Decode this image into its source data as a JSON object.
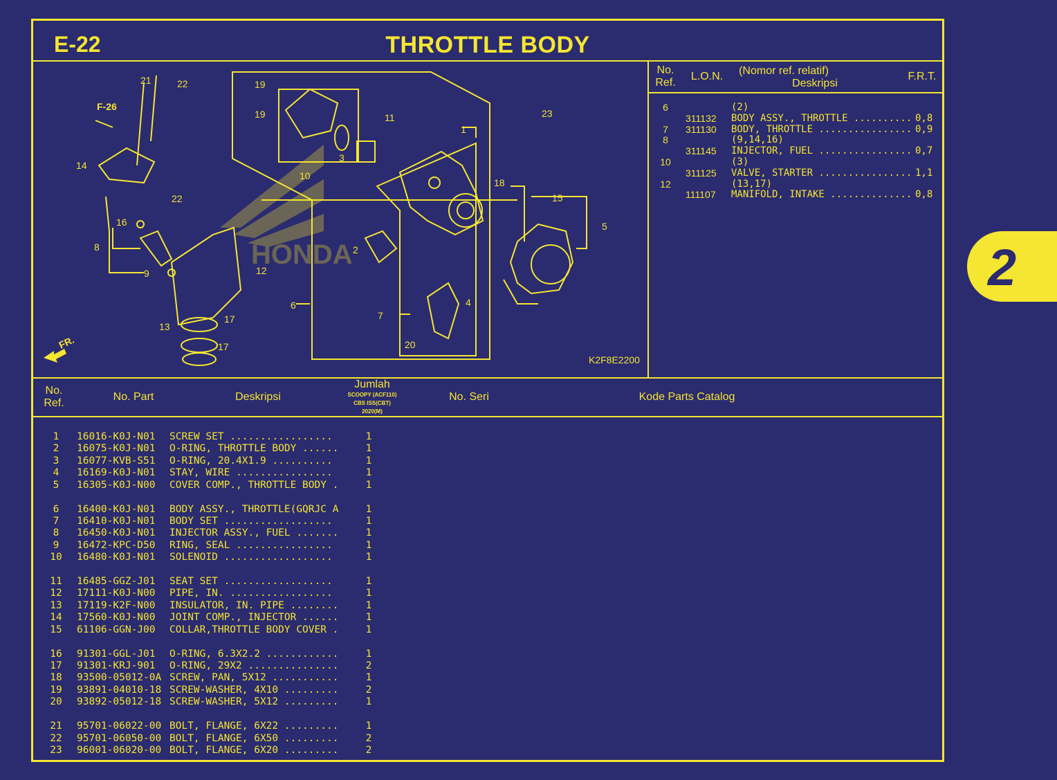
{
  "header": {
    "code": "E-22",
    "title": "THROTTLE BODY"
  },
  "side_tab": {
    "label": "2"
  },
  "ref_table": {
    "headers": {
      "no_ref": "No.\nRef.",
      "lon": "L.O.N.",
      "nomor": "(Nomor ref. relatif)",
      "deskripsi": "Deskripsi",
      "frt": "F.R.T."
    },
    "rows": [
      {
        "ref": "6",
        "lon": "",
        "desc": "(2)",
        "frt": ""
      },
      {
        "ref": "",
        "lon": "311132",
        "desc": "BODY ASSY., THROTTLE ............",
        "frt": "0,8"
      },
      {
        "ref": "7",
        "lon": "311130",
        "desc": "BODY, THROTTLE ..................",
        "frt": "0,9"
      },
      {
        "ref": "8",
        "lon": "",
        "desc": "(9,14,16)",
        "frt": ""
      },
      {
        "ref": "",
        "lon": "311145",
        "desc": "INJECTOR, FUEL ..................",
        "frt": "0,7"
      },
      {
        "ref": "10",
        "lon": "",
        "desc": "(3)",
        "frt": ""
      },
      {
        "ref": "",
        "lon": "311125",
        "desc": "VALVE, STARTER ..................",
        "frt": "1,1"
      },
      {
        "ref": "12",
        "lon": "",
        "desc": "(13,17)",
        "frt": ""
      },
      {
        "ref": "",
        "lon": "111107",
        "desc": "MANIFOLD, INTAKE ................",
        "frt": "0,8"
      }
    ]
  },
  "parts_table": {
    "headers": {
      "no_ref": "No.\nRef.",
      "no_part": "No. Part",
      "deskripsi": "Deskripsi",
      "jumlah": "Jumlah",
      "model1": "SCOOPY (ACF110)",
      "model2": "CBS ISS(CBT)",
      "model3": "2020(M)",
      "no_seri": "No. Seri",
      "kode": "Kode Parts Catalog"
    },
    "groups": [
      [
        {
          "ref": "1",
          "part": "16016-K0J-N01",
          "desc": "SCREW SET .................",
          "qty": "1"
        },
        {
          "ref": "2",
          "part": "16075-K0J-N01",
          "desc": "O-RING, THROTTLE BODY ......",
          "qty": "1"
        },
        {
          "ref": "3",
          "part": "16077-KVB-S51",
          "desc": "O-RING, 20.4X1.9 ..........",
          "qty": "1"
        },
        {
          "ref": "4",
          "part": "16169-K0J-N01",
          "desc": "STAY, WIRE ................",
          "qty": "1"
        },
        {
          "ref": "5",
          "part": "16305-K0J-N00",
          "desc": "COVER COMP., THROTTLE BODY .",
          "qty": "1"
        }
      ],
      [
        {
          "ref": "6",
          "part": "16400-K0J-N01",
          "desc": "BODY ASSY., THROTTLE(GQRJC A)",
          "qty": "1"
        },
        {
          "ref": "7",
          "part": "16410-K0J-N01",
          "desc": "BODY SET ..................",
          "qty": "1"
        },
        {
          "ref": "8",
          "part": "16450-K0J-N01",
          "desc": "INJECTOR ASSY., FUEL .......",
          "qty": "1"
        },
        {
          "ref": "9",
          "part": "16472-KPC-D50",
          "desc": "RING, SEAL ................",
          "qty": "1"
        },
        {
          "ref": "10",
          "part": "16480-K0J-N01",
          "desc": "SOLENOID ..................",
          "qty": "1"
        }
      ],
      [
        {
          "ref": "11",
          "part": "16485-GGZ-J01",
          "desc": "SEAT SET ..................",
          "qty": "1"
        },
        {
          "ref": "12",
          "part": "17111-K0J-N00",
          "desc": "PIPE, IN. .................",
          "qty": "1"
        },
        {
          "ref": "13",
          "part": "17119-K2F-N00",
          "desc": "INSULATOR, IN. PIPE ........",
          "qty": "1"
        },
        {
          "ref": "14",
          "part": "17560-K0J-N00",
          "desc": "JOINT COMP., INJECTOR ......",
          "qty": "1"
        },
        {
          "ref": "15",
          "part": "61106-GGN-J00",
          "desc": "COLLAR,THROTTLE BODY COVER .",
          "qty": "1"
        }
      ],
      [
        {
          "ref": "16",
          "part": "91301-GGL-J01",
          "desc": "O-RING, 6.3X2.2 ............",
          "qty": "1"
        },
        {
          "ref": "17",
          "part": "91301-KRJ-901",
          "desc": "O-RING, 29X2 ...............",
          "qty": "2"
        },
        {
          "ref": "18",
          "part": "93500-05012-0A",
          "desc": "SCREW, PAN, 5X12 ...........",
          "qty": "1"
        },
        {
          "ref": "19",
          "part": "93891-04010-18",
          "desc": "SCREW-WASHER, 4X10 .........",
          "qty": "2"
        },
        {
          "ref": "20",
          "part": "93892-05012-18",
          "desc": "SCREW-WASHER, 5X12 .........",
          "qty": "1"
        }
      ],
      [
        {
          "ref": "21",
          "part": "95701-06022-00",
          "desc": "BOLT, FLANGE, 6X22 .........",
          "qty": "1"
        },
        {
          "ref": "22",
          "part": "95701-06050-00",
          "desc": "BOLT, FLANGE, 6X50 .........",
          "qty": "2"
        },
        {
          "ref": "23",
          "part": "96001-06020-00",
          "desc": "BOLT, FLANGE, 6X20 .........",
          "qty": "2"
        }
      ]
    ]
  },
  "diagram": {
    "code": "K2F8E2200",
    "ref_label": "F-26",
    "front_label": "FR.",
    "brand": "HONDA",
    "callouts": [
      "1",
      "2",
      "3",
      "4",
      "5",
      "6",
      "7",
      "8",
      "9",
      "10",
      "11",
      "12",
      "13",
      "14",
      "15",
      "16",
      "17",
      "18",
      "19",
      "20",
      "21",
      "22",
      "23"
    ]
  }
}
